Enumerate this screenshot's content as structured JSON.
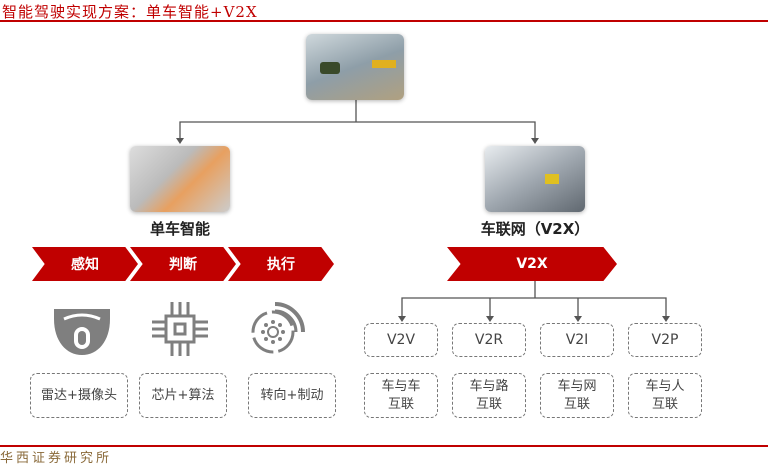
{
  "title": "智能驾驶实现方案：单车智能+V2X",
  "footer": "：华西证券研究所",
  "branches": {
    "left": "单车智能",
    "right": "车联网（V2X）"
  },
  "steps": [
    {
      "label": "感知",
      "component": "雷达+摄像头",
      "icon": "camera-icon"
    },
    {
      "label": "判断",
      "component": "芯片+算法",
      "icon": "chip-icon"
    },
    {
      "label": "执行",
      "component": "转向+制动",
      "icon": "brake-icon"
    }
  ],
  "v2x": {
    "label": "V2X",
    "items": [
      {
        "code": "V2V",
        "desc": "车与车\n互联"
      },
      {
        "code": "V2R",
        "desc": "车与路\n互联"
      },
      {
        "code": "V2I",
        "desc": "车与网\n互联"
      },
      {
        "code": "V2P",
        "desc": "车与人\n互联"
      }
    ]
  },
  "colors": {
    "accent": "#c00000",
    "icon": "#7f7f7f"
  }
}
